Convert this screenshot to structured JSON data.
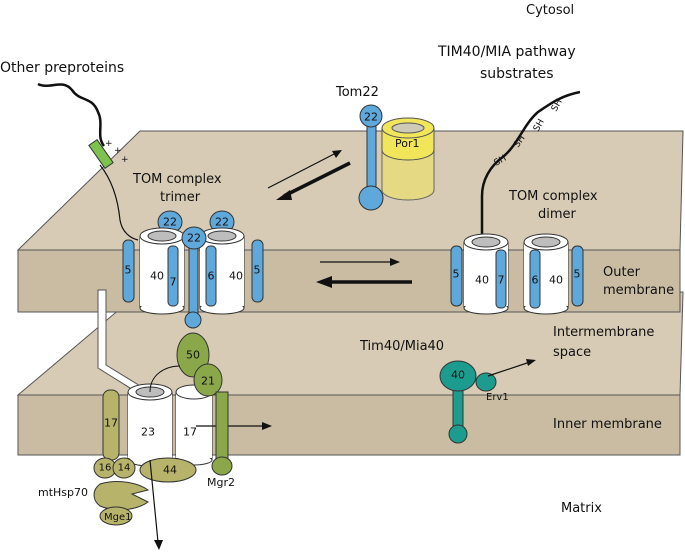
{
  "labels": {
    "cytosol": "Cytosol",
    "other_preproteins": "Other preproteins",
    "tim40_pathway": "TIM40/MIA pathway",
    "substrates": "substrates",
    "tom22": "Tom22",
    "por1": "Por1",
    "tom_trimer_1": "TOM complex",
    "tom_trimer_2": "trimer",
    "tom_dimer_1": "TOM complex",
    "tom_dimer_2": "dimer",
    "outer_1": "Outer",
    "outer_2": "membrane",
    "ims_1": "Intermembrane",
    "ims_2": "space",
    "tim40_mia40": "Tim40/Mia40",
    "erv1": "Erv1",
    "inner_membrane": "Inner membrane",
    "matrix": "Matrix",
    "mthsp70": "mtHsp70",
    "mge1": "Mge1",
    "mgr2": "Mgr2"
  },
  "sh_groups": [
    "SH",
    "SH",
    "SH",
    "SH"
  ],
  "plus_signs": [
    "+",
    "+",
    "+"
  ],
  "proteins": {
    "tom22_a": "22",
    "tom22_b": "22",
    "tom22_c": "22",
    "tom22_free": "22",
    "tom40_a": "40",
    "tom40_b": "40",
    "tom40_c": "40",
    "tom40_d": "40",
    "tom5_a": "5",
    "tom5_b": "5",
    "tom5_c": "5",
    "tom5_d": "5",
    "tom7_a": "7",
    "tom7_b": "7",
    "tom6_a": "6",
    "tom6_b": "6",
    "tim50": "50",
    "tim21": "21",
    "tim23": "23",
    "tim17_a": "17",
    "tim17_b": "17",
    "tim16": "16",
    "tim14": "14",
    "tim44": "44",
    "mia40": "40"
  },
  "colors": {
    "membrane_top": "#d7cbb5",
    "membrane_face": "#c9bca3",
    "tom_blue": "#5fa8dc",
    "tim_green": "#8aa84a",
    "pam_olive": "#b7b36a",
    "mia_teal": "#1b9c8e",
    "por1_yellow": "#f1e55a"
  }
}
